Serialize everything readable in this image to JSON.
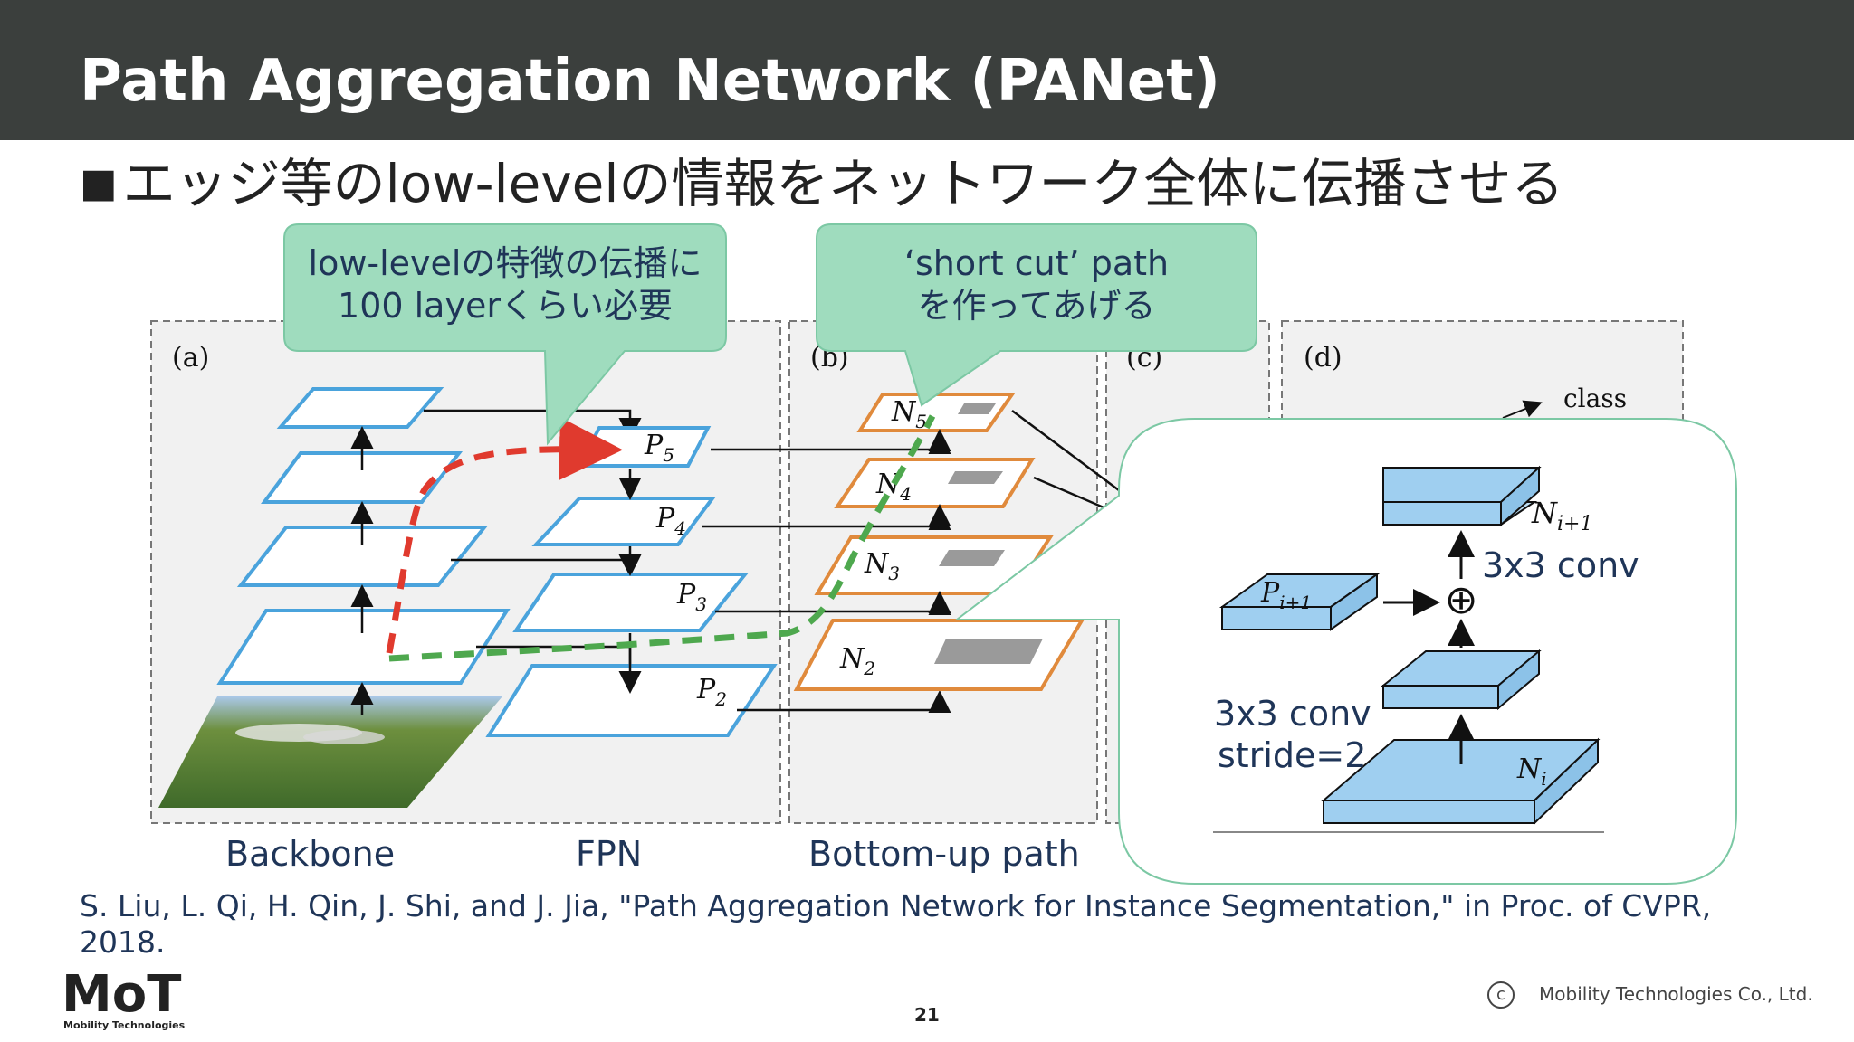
{
  "header": {
    "title": "Path Aggregation Network (PANet)"
  },
  "bullet": {
    "mark": "■",
    "text": "エッジ等のlow-levelの情報をネットワーク全体に伝播させる"
  },
  "callouts": {
    "left": {
      "line1": "low-levelの特徴の伝播に",
      "line2": "100 layerくらい必要"
    },
    "right": {
      "line1": "‘short cut’ path",
      "line2": "を作ってあげる"
    }
  },
  "panels": {
    "a": "(a)",
    "b": "(b)",
    "c": "(c)",
    "d": "(d)",
    "class_label": "class"
  },
  "levels": {
    "fpn": [
      "P",
      "P",
      "P",
      "P"
    ],
    "fpn_sub": [
      "5",
      "4",
      "3",
      "2"
    ],
    "bottom_up": [
      "N",
      "N",
      "N",
      "N"
    ],
    "bottom_up_sub": [
      "5",
      "4",
      "3",
      "2"
    ]
  },
  "zoom": {
    "top_label": "N",
    "top_sub": "i+1",
    "left_label": "P",
    "left_sub": "i+1",
    "bottom_label": "N",
    "bottom_sub": "i",
    "conv_top": "3x3 conv",
    "conv_bottom_1": "3x3 conv",
    "conv_bottom_2": "stride=2",
    "plus": "⊕"
  },
  "section_labels": {
    "backbone": "Backbone",
    "fpn": "FPN",
    "bottom_up": "Bottom-up path"
  },
  "citation": "S. Liu, L. Qi, H. Qin, J. Shi, and J. Jia, \"Path Aggregation Network for Instance Segmentation,\" in Proc. of CVPR, 2018.",
  "footer": {
    "page": "21",
    "copyright": "c",
    "company": "Mobility Technologies Co., Ltd.",
    "logo_text": "MoT",
    "logo_sub": "Mobility Technologies"
  },
  "colors": {
    "header_bg": "#3b3f3d",
    "callout_fill": "#9fdcbe",
    "callout_stroke": "#7cc8a4",
    "fpn_blue": "#4aa3dc",
    "bottom_up_orange": "#e08a3c",
    "red_path": "#e03a2e",
    "green_path": "#4ea84e",
    "block_blue": "#9fcff0",
    "text_navy": "#1f3558"
  }
}
